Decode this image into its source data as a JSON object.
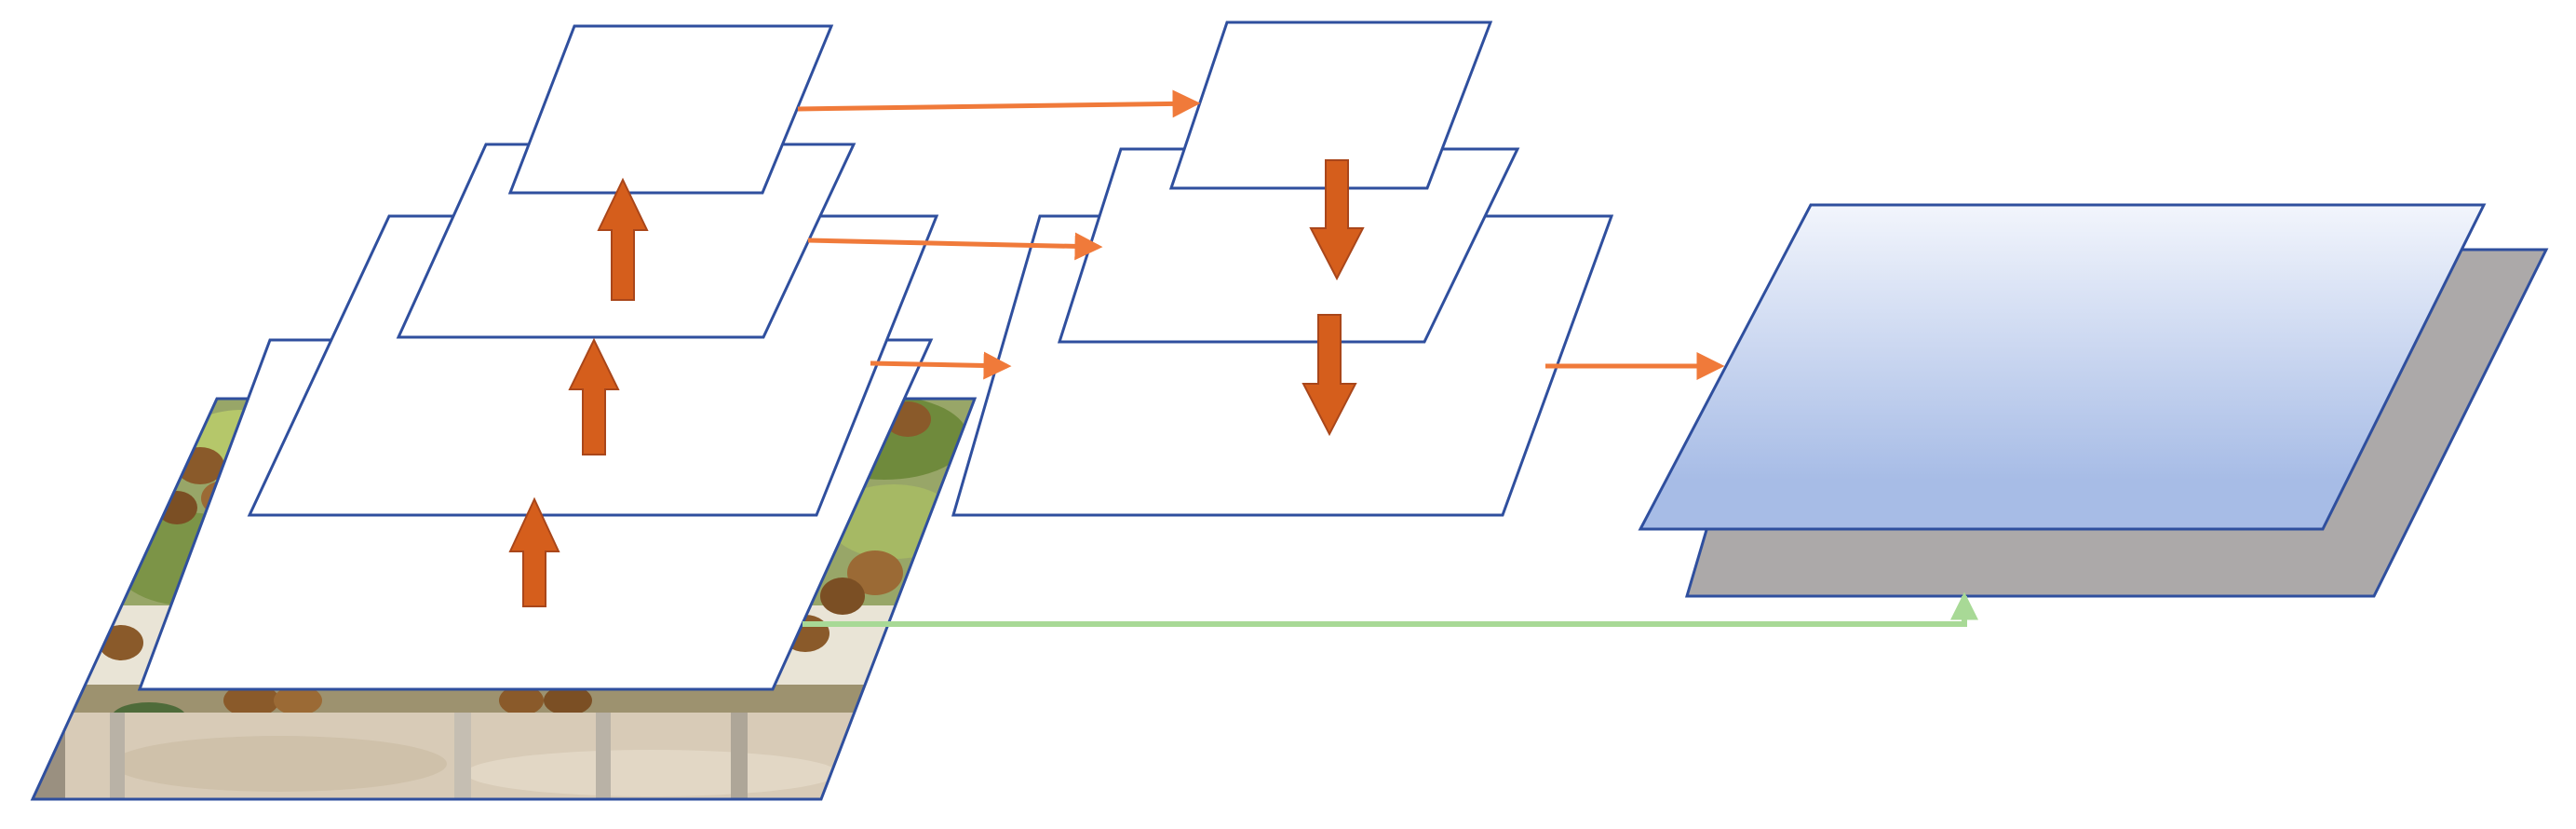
{
  "diagram": {
    "kind": "feature-pyramid-network",
    "has_text": false,
    "colors": {
      "background": "#ffffff",
      "plane_stroke": "#2f4f9e",
      "plane_fill": "#ffffff",
      "arrow_orange": "#f07a3a",
      "arrow_green": "#a8d996",
      "thick_arrow_fill": "#d55e1c",
      "thick_arrow_stroke": "#a9461a",
      "output_gradient_top": "#f2f5fc",
      "output_gradient_bottom": "#a7bce6",
      "output_shadow": "#aca9a9",
      "photo_sky": "#e9e4d6",
      "photo_foliage": "#8a9b55",
      "photo_fruit": "#8a5a2a",
      "photo_ground": "#d8cbb7",
      "photo_trunk": "#b9b2a6"
    },
    "components": {
      "input_image": {
        "content": "kiwifruit-orchard-photo"
      },
      "bottom_up_pathway": {
        "levels": 4,
        "direction": "up"
      },
      "top_down_pathway": {
        "levels": 3,
        "direction": "down"
      },
      "lateral_connections": {
        "count": 3
      },
      "output_feature_map": {
        "layers": 2
      },
      "skip_connection": {
        "style": "elbow"
      }
    }
  }
}
